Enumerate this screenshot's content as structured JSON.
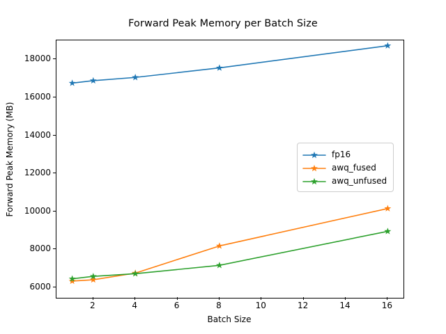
{
  "chart_data": {
    "type": "line",
    "title": "Forward Peak Memory per Batch Size",
    "xlabel": "Batch Size",
    "ylabel": "Forward Peak Memory (MB)",
    "x": [
      1,
      2,
      4,
      8,
      16
    ],
    "xlim": [
      0.25,
      16.75
    ],
    "ylim": [
      5450,
      19000
    ],
    "xticks": [
      2,
      4,
      6,
      8,
      10,
      12,
      14,
      16
    ],
    "xtick_labels": [
      "2",
      "4",
      "6",
      "8",
      "10",
      "12",
      "14",
      "16"
    ],
    "yticks": [
      6000,
      8000,
      10000,
      12000,
      14000,
      16000,
      18000
    ],
    "ytick_labels": [
      "6000",
      "8000",
      "10000",
      "12000",
      "14000",
      "16000",
      "18000"
    ],
    "grid": false,
    "legend_position": "center right",
    "marker": "star",
    "series": [
      {
        "name": "fp16",
        "color": "#1f77b4",
        "values": [
          16750,
          16880,
          17050,
          17550,
          18720
        ]
      },
      {
        "name": "awq_fused",
        "color": "#ff7f0e",
        "values": [
          6330,
          6400,
          6750,
          8180,
          10150
        ]
      },
      {
        "name": "awq_unfused",
        "color": "#2ca02c",
        "values": [
          6450,
          6580,
          6720,
          7160,
          8950
        ]
      }
    ]
  }
}
